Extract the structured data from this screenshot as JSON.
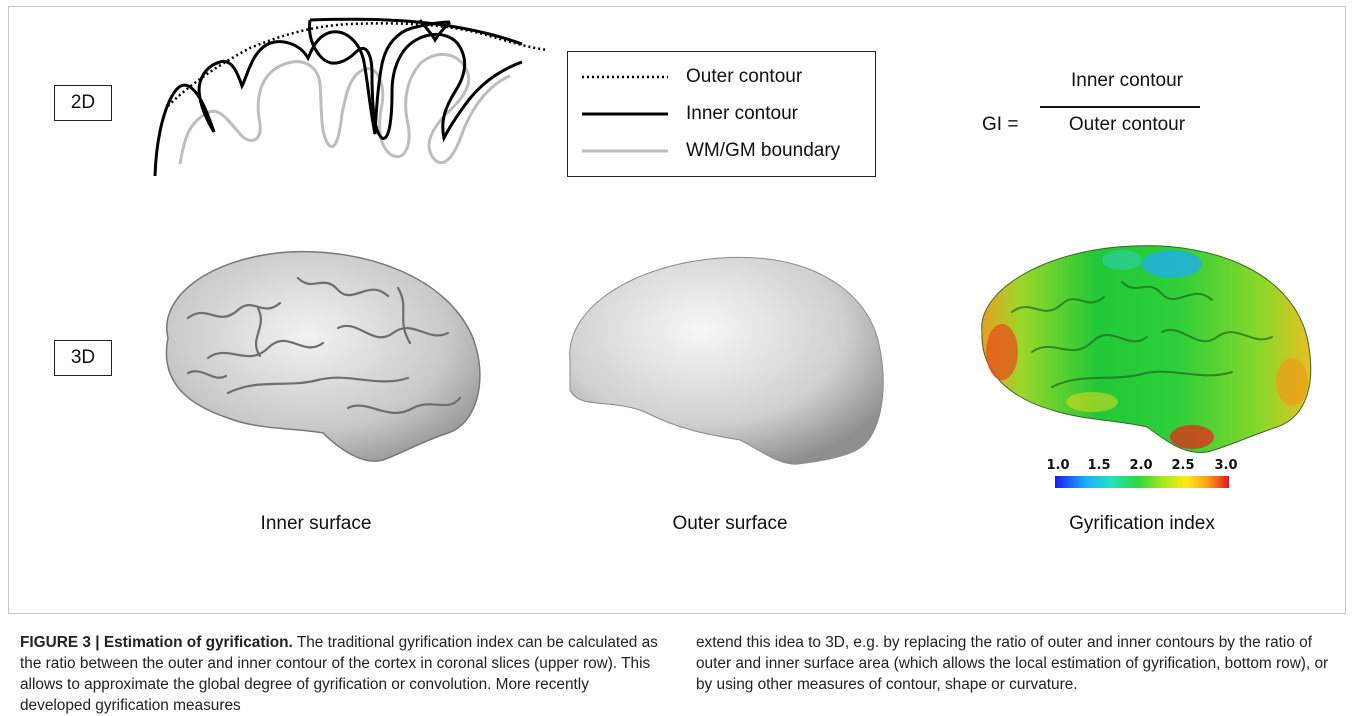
{
  "figure": {
    "row_2d_label": "2D",
    "row_3d_label": "3D",
    "legend": {
      "outer": "Outer contour",
      "inner": "Inner contour",
      "boundary": "WM/GM boundary"
    },
    "formula": {
      "lhs": "GI =",
      "numerator": "Inner contour",
      "denominator": "Outer contour"
    },
    "panels": {
      "inner_surface": "Inner surface",
      "outer_surface": "Outer surface",
      "gyrification_index": "Gyrification index"
    },
    "colorbar_ticks": [
      "1.0",
      "1.5",
      "2.0",
      "2.5",
      "3.0"
    ],
    "colors": {
      "inner_contour": "#000000",
      "boundary": "#bdbdbd",
      "brain_gray": "#cfcfcf"
    }
  },
  "caption": {
    "label": "FIGURE 3 | Estimation of gyrification.",
    "col1_rest": " The traditional gyrification index can be calculated as the ratio between the outer and inner contour of the cortex in coronal slices (upper row). This allows to approximate the global degree of gyrification or convolution. More recently developed gyrification measures",
    "col2": "extend this idea to 3D, e.g. by replacing the ratio of outer and inner contours by the ratio of outer and inner surface area (which allows the local estimation of gyrification, bottom row), or by using other measures of contour, shape or curvature."
  }
}
